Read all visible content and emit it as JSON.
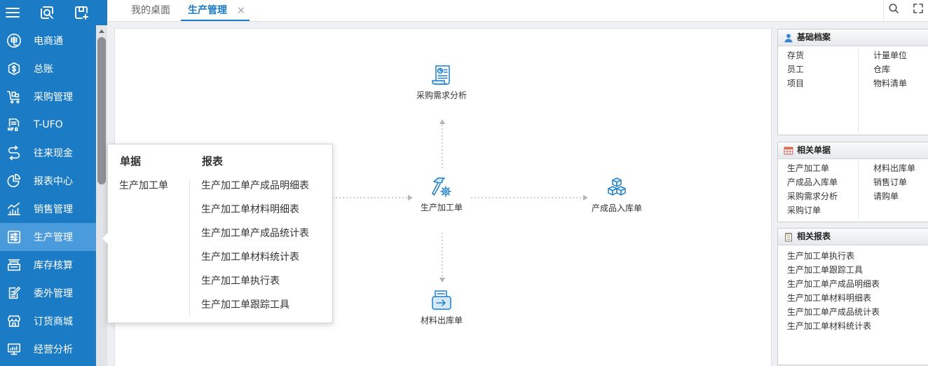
{
  "colors": {
    "sidebar": "#1b7cc5",
    "sidebar_active": "#4a9bdb",
    "accent": "#1a7bc4",
    "flow_icon": "#1d7fca",
    "flow_icon_fill": "#d3e9fa",
    "background": "#eef0f3"
  },
  "sidebar": {
    "top_icons": [
      "hamburger-icon",
      "search-document-icon",
      "add-document-icon"
    ],
    "items": [
      {
        "label": "电商通",
        "icon": "ecommerce-icon"
      },
      {
        "label": "总账",
        "icon": "ledger-icon"
      },
      {
        "label": "采购管理",
        "icon": "purchase-cart-icon"
      },
      {
        "label": "T-UFO",
        "icon": "ufo-report-icon"
      },
      {
        "label": "往来现金",
        "icon": "cash-flow-icon"
      },
      {
        "label": "报表中心",
        "icon": "pie-chart-icon"
      },
      {
        "label": "销售管理",
        "icon": "sales-chart-icon"
      },
      {
        "label": "生产管理",
        "icon": "production-settings-icon",
        "active": true
      },
      {
        "label": "库存核算",
        "icon": "inventory-icon"
      },
      {
        "label": "委外管理",
        "icon": "outsourcing-icon"
      },
      {
        "label": "订货商城",
        "icon": "store-icon"
      },
      {
        "label": "经营分析",
        "icon": "analysis-monitor-icon"
      }
    ]
  },
  "tabs": {
    "items": [
      {
        "label": "我的桌面",
        "active": false
      },
      {
        "label": "生产管理",
        "active": true,
        "close": "×"
      }
    ],
    "right_icons": [
      "search-icon",
      "fullscreen-icon"
    ]
  },
  "flyout": {
    "documents_header": "单据",
    "reports_header": "报表",
    "documents": [
      "生产加工单"
    ],
    "reports": [
      "生产加工单产成品明细表",
      "生产加工单材料明细表",
      "生产加工单产成品统计表",
      "生产加工单材料统计表",
      "生产加工单执行表",
      "生产加工单跟踪工具"
    ]
  },
  "flow": {
    "top": {
      "label": "采购需求分析",
      "icon": "demand-analysis-icon"
    },
    "center": {
      "label": "生产加工单",
      "icon": "hammer-gear-icon"
    },
    "right": {
      "label": "产成品入库单",
      "icon": "cubes-icon"
    },
    "bottom": {
      "label": "材料出库单",
      "icon": "material-out-icon"
    }
  },
  "panels": {
    "basic": {
      "title": "基础档案",
      "icon": "user-icon",
      "left": [
        "存货",
        "员工",
        "项目"
      ],
      "right": [
        "计量单位",
        "仓库",
        "物料清单"
      ]
    },
    "documents": {
      "title": "相关单据",
      "icon": "table-grid-icon",
      "left": [
        "生产加工单",
        "产成品入库单",
        "采购需求分析",
        "采购订单"
      ],
      "right": [
        "材料出库单",
        "销售订单",
        "请购单"
      ]
    },
    "reports": {
      "title": "相关报表",
      "icon": "notepad-icon",
      "items": [
        "生产加工单执行表",
        "生产加工单跟踪工具",
        "生产加工单产成品明细表",
        "生产加工单材料明细表",
        "生产加工单产成品统计表",
        "生产加工单材料统计表"
      ]
    }
  }
}
